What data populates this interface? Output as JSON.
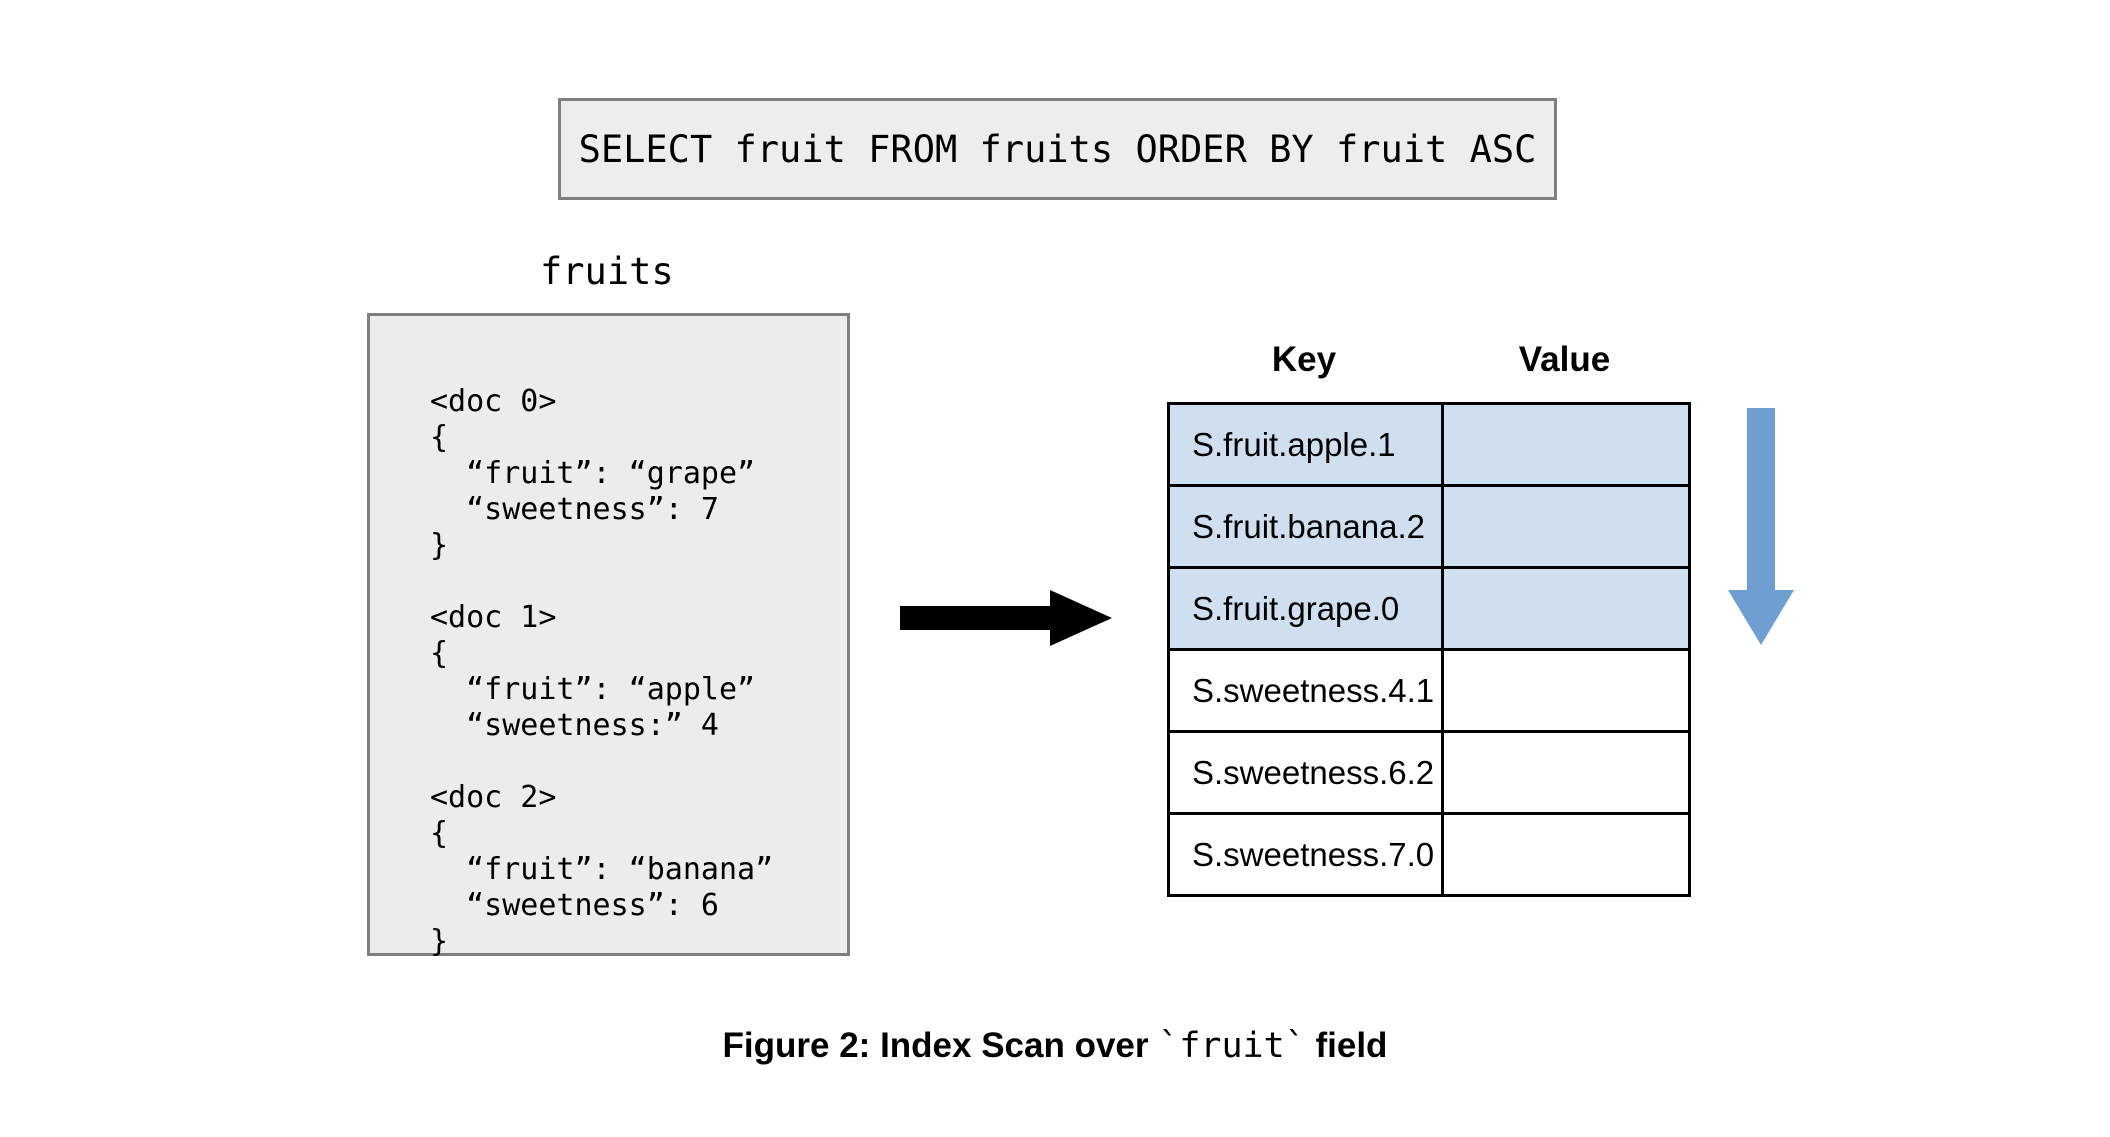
{
  "query": {
    "sql": "SELECT fruit FROM fruits ORDER BY fruit ASC"
  },
  "collection": {
    "label": "fruits",
    "documents_text": "<doc 0>\n{\n  “fruit”: “grape”\n  “sweetness”: 7\n}\n\n<doc 1>\n{\n  “fruit”: “apple”\n  “sweetness:” 4\n\n<doc 2>\n{\n  “fruit”: “banana”\n  “sweetness”: 6\n}",
    "documents": [
      {
        "header": "<doc 0>",
        "fields": [
          "“fruit”: “grape”",
          "“sweetness”: 7"
        ]
      },
      {
        "header": "<doc 1>",
        "fields": [
          "“fruit”: “apple”",
          "“sweetness:” 4"
        ]
      },
      {
        "header": "<doc 2>",
        "fields": [
          "“fruit”: “banana”",
          "“sweetness”: 6"
        ]
      }
    ]
  },
  "index_table": {
    "headers": {
      "key": "Key",
      "value": "Value"
    },
    "rows": [
      {
        "key": "S.fruit.apple.1",
        "value": "",
        "highlighted": true
      },
      {
        "key": "S.fruit.banana.2",
        "value": "",
        "highlighted": true
      },
      {
        "key": "S.fruit.grape.0",
        "value": "",
        "highlighted": true
      },
      {
        "key": "S.sweetness.4.1",
        "value": "",
        "highlighted": false
      },
      {
        "key": "S.sweetness.6.2",
        "value": "",
        "highlighted": false
      },
      {
        "key": "S.sweetness.7.0",
        "value": "",
        "highlighted": false
      }
    ]
  },
  "icons": {
    "flow_arrow": "arrow-right-icon",
    "scan_arrow": "arrow-down-icon"
  },
  "colors": {
    "highlight_blue": "#cfdff0",
    "scan_arrow_blue": "#6f9fd0",
    "box_fill_gray": "#ececec",
    "box_border_gray": "#7f7f7f",
    "table_border": "#000000"
  },
  "caption": {
    "prefix": "Figure 2: Index Scan over ",
    "code": "`fruit`",
    "suffix": " field"
  }
}
